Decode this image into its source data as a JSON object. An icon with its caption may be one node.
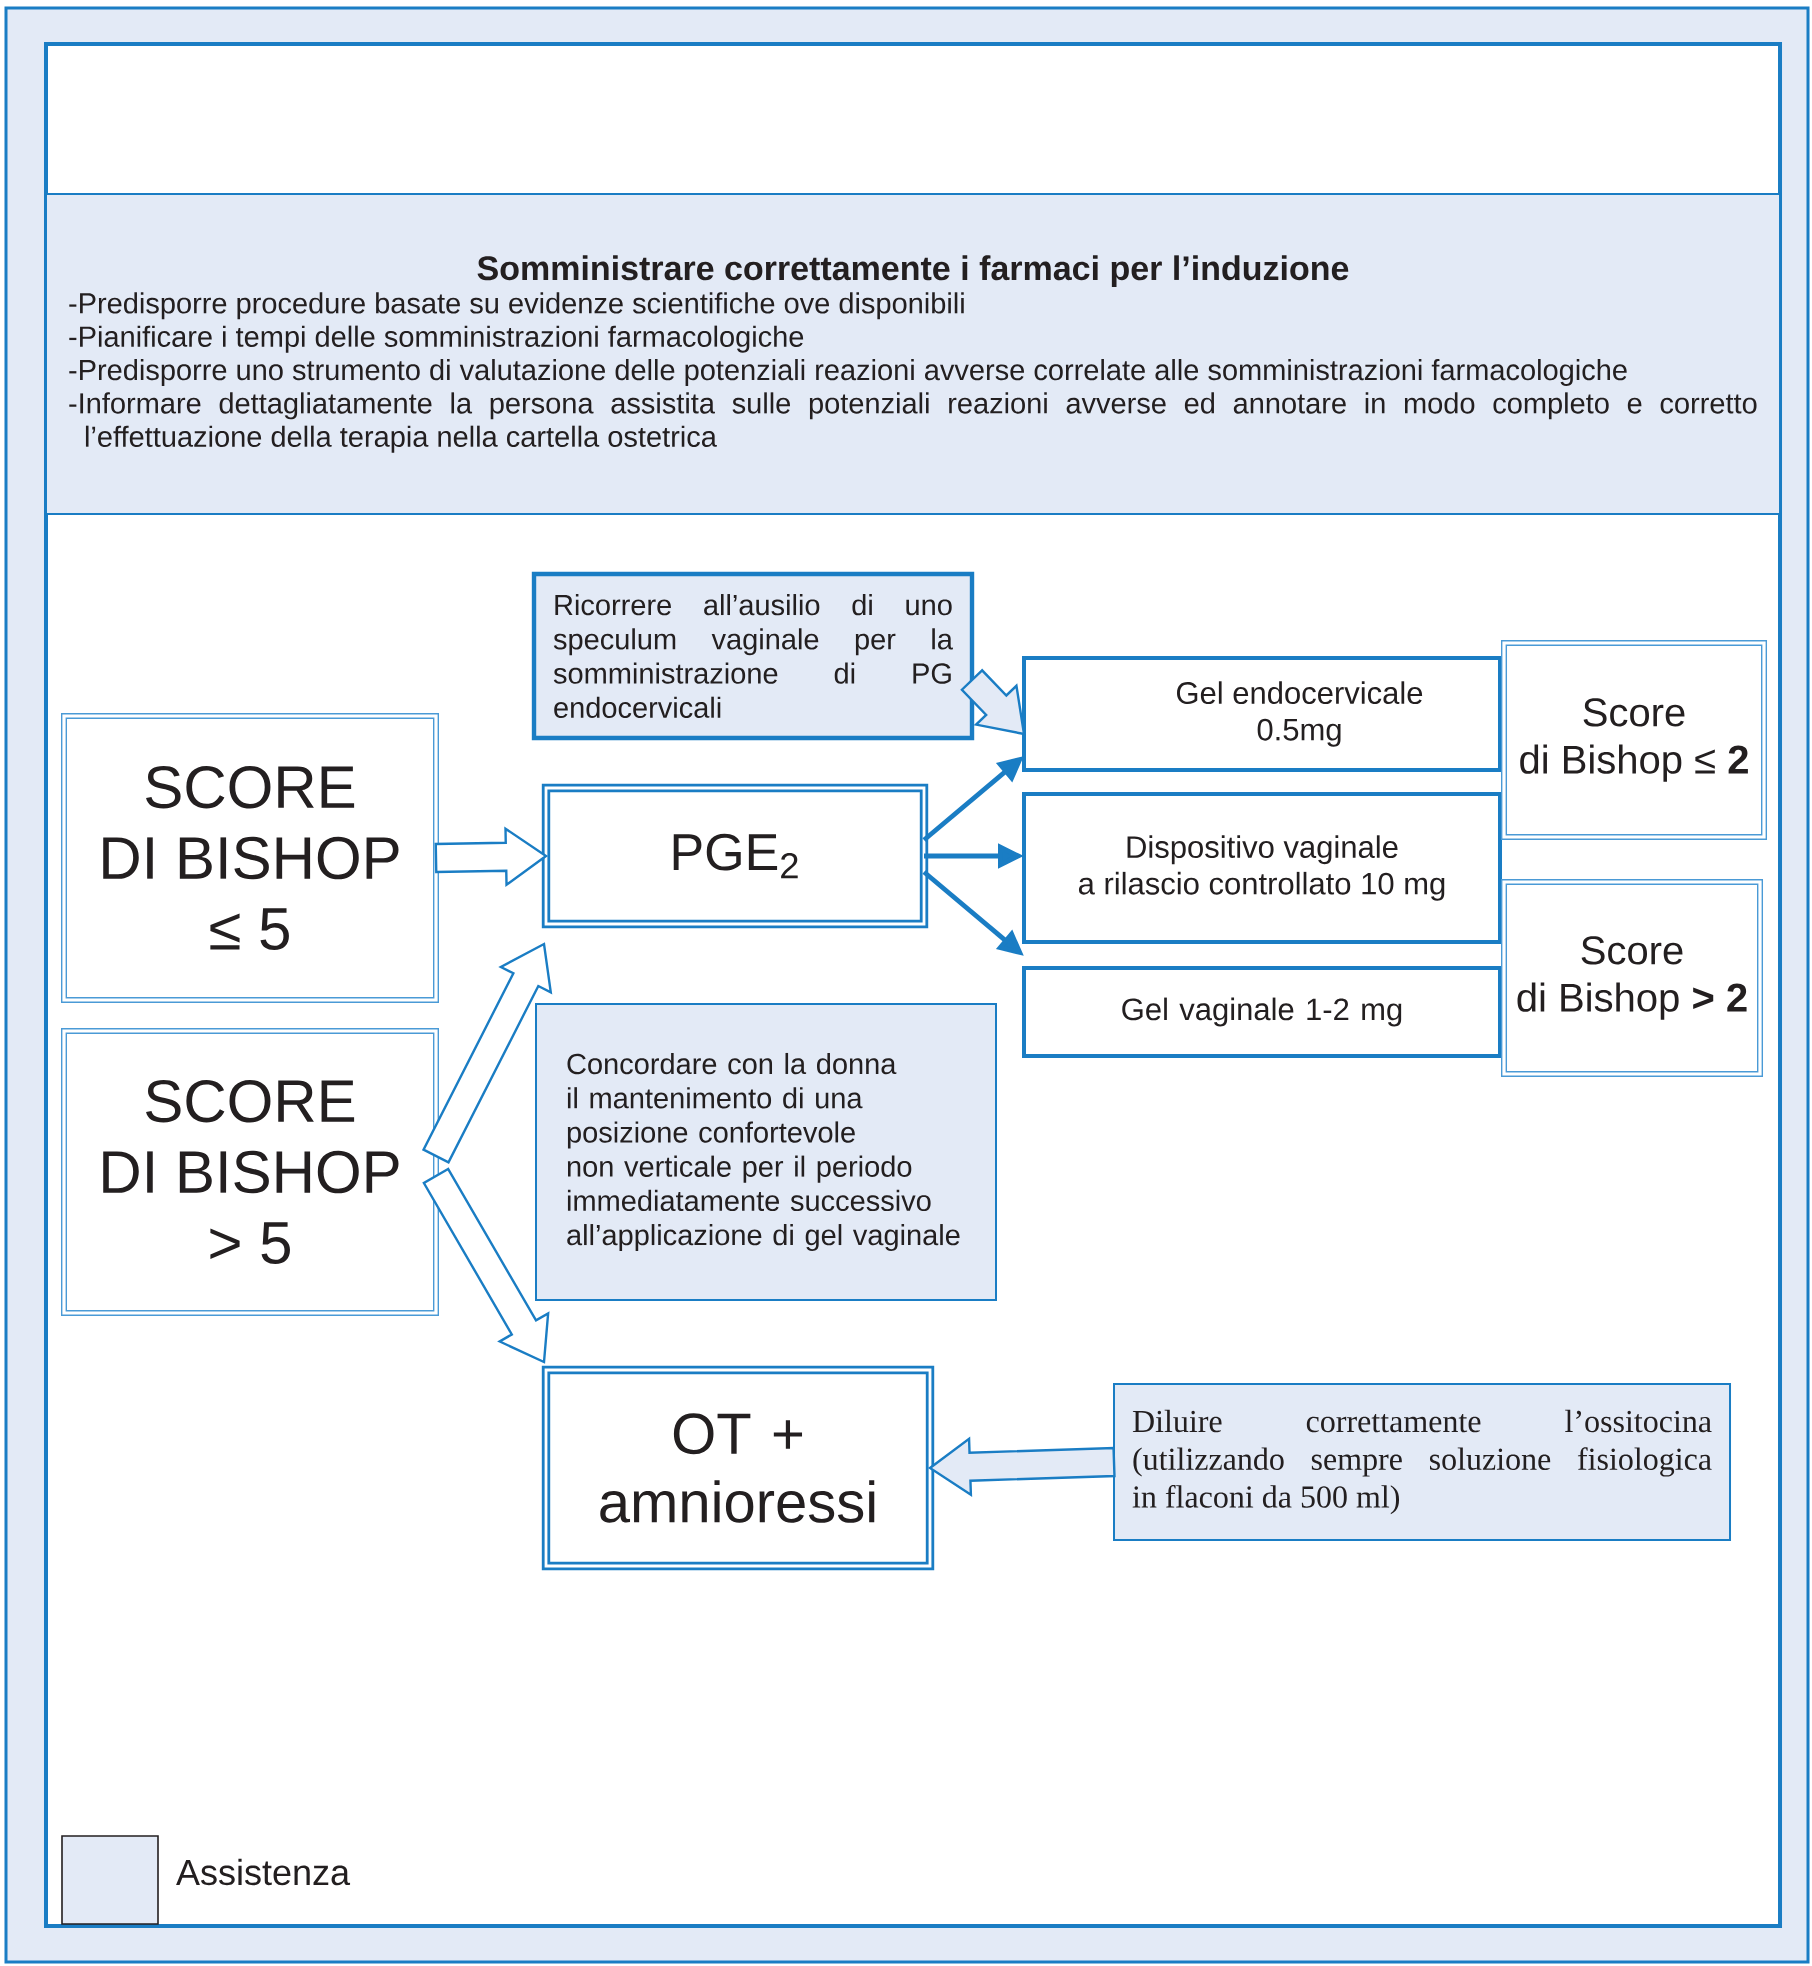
{
  "diagram": {
    "nodes": [
      {
        "text": [
          "Somministrare correttamente i farmaci per l’induzione",
          "-Predisporre procedure basate su evidenze scientifiche ove disponibili",
          "-Pianificare i tempi delle somministrazioni farmacologiche",
          "-Predisporre uno strumento di valutazione delle potenziali reazioni avverse correlate alle somministrazioni farmacologiche",
          "-Informare dettagliatamente la persona assistita sulle potenziali reazioni avverse ed annotare in modo completo e corretto l’effettuazione della terapia nella cartella ostetrica"
        ]
      },
      {
        "text": [
          "SCORE DI BISHOP ≤ 5"
        ]
      },
      {
        "text": [
          "SCORE DI BISHOP > 5"
        ]
      },
      {
        "text": [
          "PGE$_{2}$"
        ]
      },
      {
        "text": [
          "Ricorrere all’ausilio di uno speculum vaginale per la somministrazione di PG endocervicali"
        ]
      },
      {
        "text": [
          "Gel endocervicale 0.5mg"
        ]
      },
      {
        "text": [
          "Dispositivo vaginale a rilascio controllato 10 mg"
        ]
      },
      {
        "text": [
          "Gel vaginale 1-2 mg"
        ]
      },
      {
        "text": [
          "Score di Bishop ≤ **2**"
        ]
      },
      {
        "text": [
          "Score di Bishop **> 2**"
        ]
      },
      {
        "text": [
          "Concordare con la donna il mantenimento di una posizione confortevole non verticale per il periodo immediatamente successivo all’applicazione di gel vaginale"
        ]
      },
      {
        "text": [
          "OT + amnioressi"
        ]
      },
      {
        "text": [
          "Diluire correttamente l’ossitocina (utilizzando sempre soluzione fisiologica in flaconi da 500 ml)"
        ]
      }
    ],
    "edges": [
      {
        "from": 1,
        "to": 3,
        "arrow": "to"
      },
      {
        "from": 2,
        "to": 3,
        "arrow": "to"
      },
      {
        "from": 2,
        "to": 11,
        "arrow": "to"
      },
      {
        "from": 4,
        "to": 5,
        "arrow": "to"
      },
      {
        "from": 3,
        "to": 5,
        "arrow": "to"
      },
      {
        "from": 3,
        "to": 6,
        "arrow": "to"
      },
      {
        "from": 3,
        "to": 7,
        "arrow": "to"
      },
      {
        "from": 12,
        "to": 11,
        "arrow": "to"
      }
    ],
    "legend": [
      {
        "text": "Assistenza",
        "color": "#e3eaf6"
      }
    ]
  }
}
